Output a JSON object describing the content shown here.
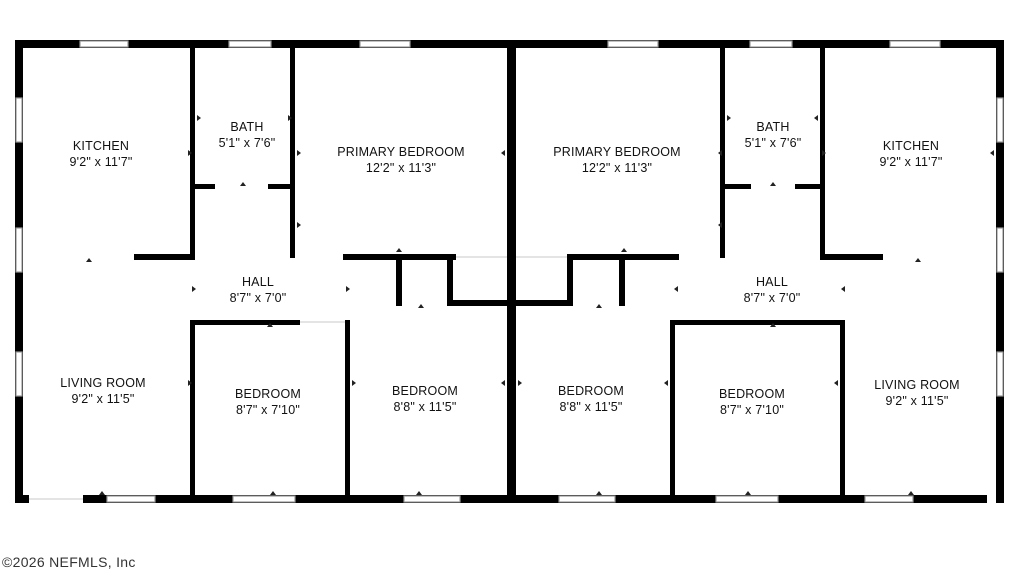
{
  "wall_color": "#000000",
  "window_color": "#9a9a9a",
  "copyright": "©2026 NEFMLS, Inc",
  "rooms": {
    "kitchen_left": {
      "name": "KITCHEN",
      "size": "9'2\" x 11'7\""
    },
    "bath_left": {
      "name": "BATH",
      "size": "5'1\" x 7'6\""
    },
    "primary_left": {
      "name": "PRIMARY BEDROOM",
      "size": "12'2\" x 11'3\""
    },
    "primary_right": {
      "name": "PRIMARY BEDROOM",
      "size": "12'2\" x 11'3\""
    },
    "bath_right": {
      "name": "BATH",
      "size": "5'1\" x 7'6\""
    },
    "kitchen_right": {
      "name": "KITCHEN",
      "size": "9'2\" x 11'7\""
    },
    "hall_left": {
      "name": "HALL",
      "size": "8'7\" x 7'0\""
    },
    "hall_right": {
      "name": "HALL",
      "size": "8'7\" x 7'0\""
    },
    "living_left": {
      "name": "LIVING ROOM",
      "size": "9'2\" x 11'5\""
    },
    "bedroom_l1": {
      "name": "BEDROOM",
      "size": "8'7\" x 7'10\""
    },
    "bedroom_l2": {
      "name": "BEDROOM",
      "size": "8'8\" x 11'5\""
    },
    "bedroom_r2": {
      "name": "BEDROOM",
      "size": "8'8\" x 11'5\""
    },
    "bedroom_r1": {
      "name": "BEDROOM",
      "size": "8'7\" x 7'10\""
    },
    "living_right": {
      "name": "LIVING ROOM",
      "size": "9'2\" x 11'5\""
    }
  }
}
